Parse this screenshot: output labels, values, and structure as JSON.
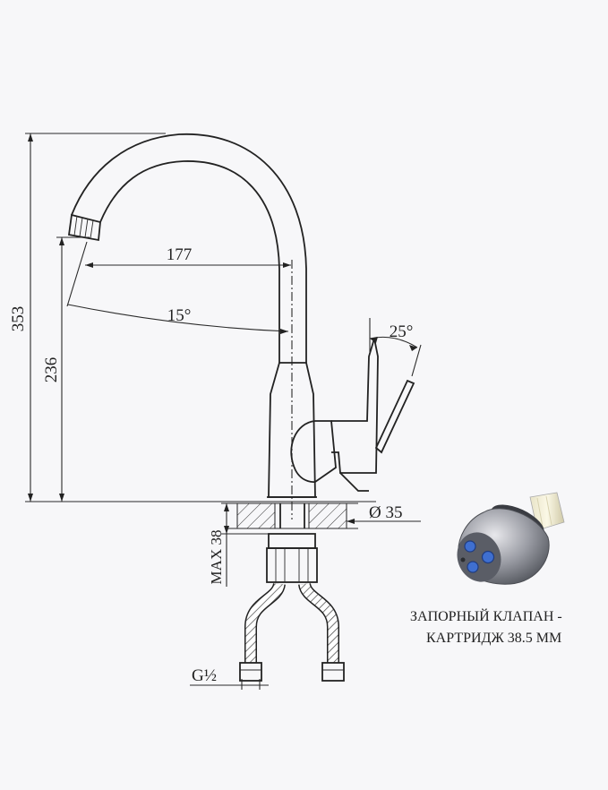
{
  "dimensions": {
    "total_height": "353",
    "spout_height": "236",
    "spout_reach": "177",
    "spout_angle": "15°",
    "lever_angle": "25°",
    "hole_diameter": "Ø 35",
    "max_thickness": "MAX 38",
    "thread": "G½"
  },
  "cartridge_caption": {
    "line1": "ЗАПОРНЫЙ КЛАПАН -",
    "line2": "КАРТРИДЖ 38.5 ММ"
  }
}
